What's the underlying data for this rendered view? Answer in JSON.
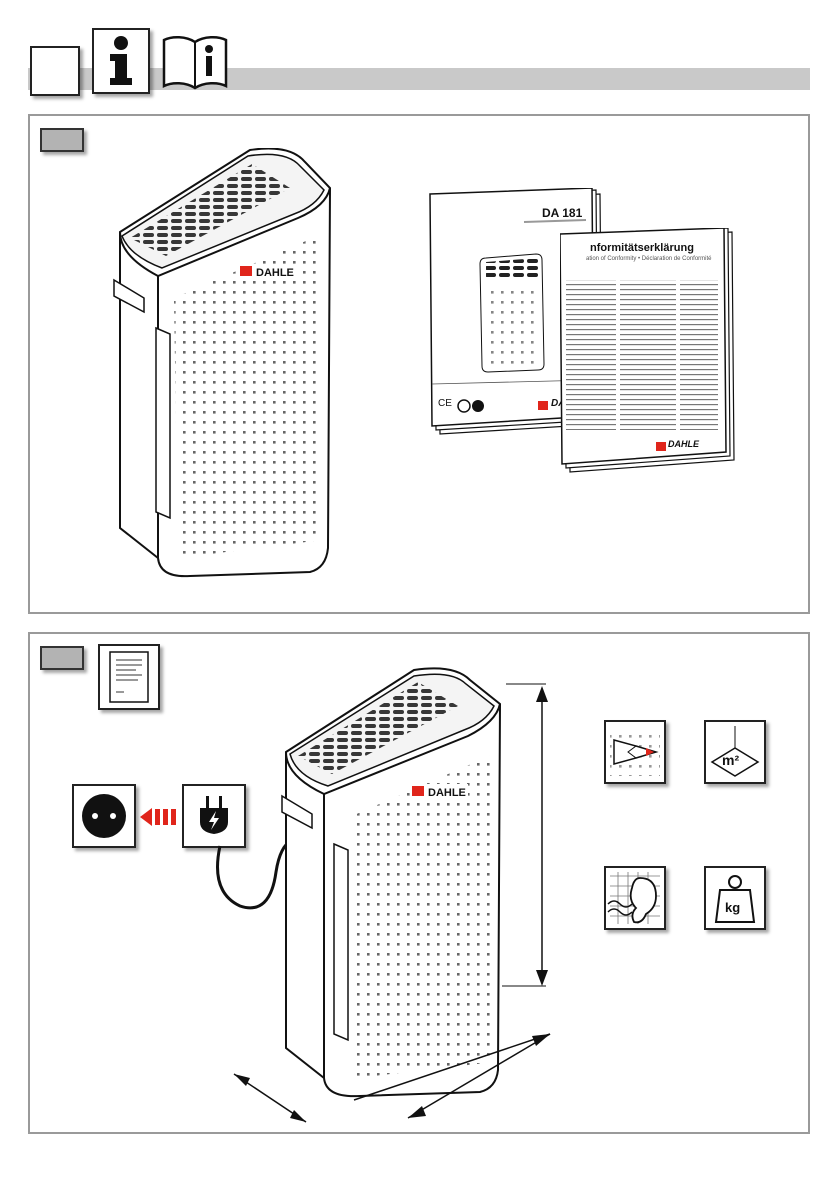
{
  "manual": {
    "model": "DA 181",
    "brand": "DAHLE",
    "ce_mark": "CE"
  },
  "declaration": {
    "title": "nformitätserklärung",
    "subtitle": "ation of Conformity • Déclaration de Conformité",
    "brand": "DAHLE"
  },
  "device": {
    "brand": "DAHLE"
  },
  "specs": {
    "area_unit": "m²",
    "weight_unit": "kg"
  },
  "icons": [
    "info-icon",
    "read-manual-icon",
    "document-icon",
    "wall-socket-icon",
    "power-plug-icon",
    "airflow-icon",
    "room-area-icon",
    "noise-level-icon",
    "weight-icon"
  ],
  "colors": {
    "accent_red": "#e0251b",
    "gray_bar": "#c9c9c9",
    "tab_gray": "#b3b3b3"
  }
}
